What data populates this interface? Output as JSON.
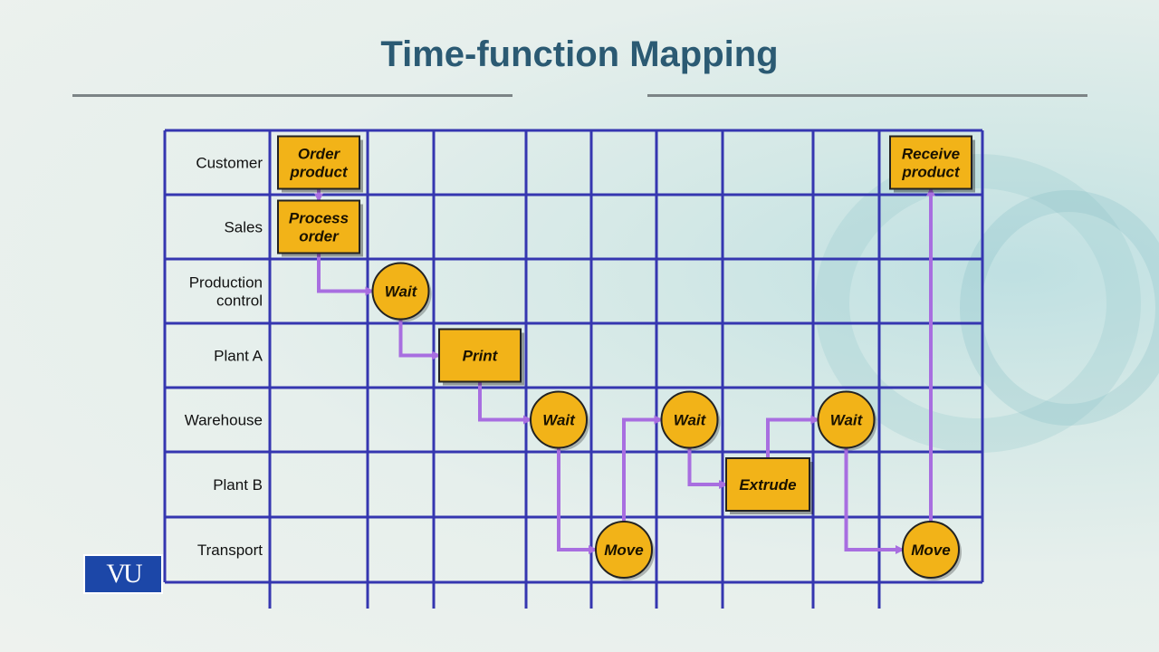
{
  "title": "Time-function Mapping",
  "logo_text": "VU",
  "colors": {
    "grid": "#3536b0",
    "node_fill": "#f2b318",
    "node_stroke": "#222222",
    "arrow": "#a86ee0",
    "title": "#2b5a73"
  },
  "rows": [
    "Customer",
    "Sales",
    "Production\ncontrol",
    "Plant A",
    "Warehouse",
    "Plant B",
    "Transport"
  ],
  "nodes": [
    {
      "id": "order",
      "label": "Order\nproduct",
      "shape": "rect",
      "row": 0,
      "col": 0
    },
    {
      "id": "process",
      "label": "Process\norder",
      "shape": "rect",
      "row": 1,
      "col": 0
    },
    {
      "id": "wait1",
      "label": "Wait",
      "shape": "circle",
      "row": 2,
      "col": 1
    },
    {
      "id": "print",
      "label": "Print",
      "shape": "rect",
      "row": 3,
      "col": 2
    },
    {
      "id": "wait2",
      "label": "Wait",
      "shape": "circle",
      "row": 4,
      "col": 3
    },
    {
      "id": "move1",
      "label": "Move",
      "shape": "circle",
      "row": 6,
      "col": 4
    },
    {
      "id": "wait3",
      "label": "Wait",
      "shape": "circle",
      "row": 4,
      "col": 5
    },
    {
      "id": "extrude",
      "label": "Extrude",
      "shape": "rect",
      "row": 5,
      "col": 6
    },
    {
      "id": "wait4",
      "label": "Wait",
      "shape": "circle",
      "row": 4,
      "col": 7
    },
    {
      "id": "move2",
      "label": "Move",
      "shape": "circle",
      "row": 6,
      "col": 8
    },
    {
      "id": "receive",
      "label": "Receive\nproduct",
      "shape": "rect",
      "row": 0,
      "col": 8
    }
  ],
  "edges": [
    {
      "from": "order",
      "to": "process"
    },
    {
      "from": "process",
      "to": "wait1"
    },
    {
      "from": "wait1",
      "to": "print"
    },
    {
      "from": "print",
      "to": "wait2"
    },
    {
      "from": "wait2",
      "to": "move1"
    },
    {
      "from": "move1",
      "to": "wait3"
    },
    {
      "from": "wait3",
      "to": "extrude"
    },
    {
      "from": "extrude",
      "to": "wait4"
    },
    {
      "from": "wait4",
      "to": "move2"
    },
    {
      "from": "move2",
      "to": "receive"
    }
  ]
}
